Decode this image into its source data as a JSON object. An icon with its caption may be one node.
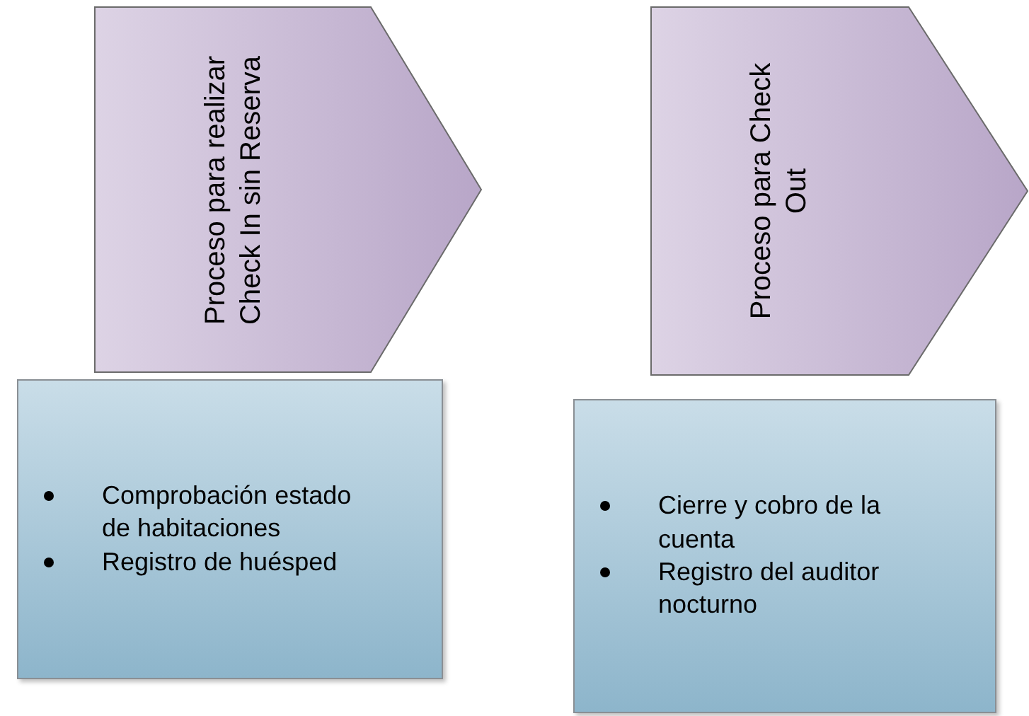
{
  "diagram": {
    "nodes": [
      {
        "text": [
          "Proceso para realizar Check In sin Reserva"
        ]
      },
      {
        "text": [
          "Comprobación estado de habitaciones",
          "Registro de huésped"
        ]
      },
      {
        "text": [
          "Proceso para Check Out"
        ]
      },
      {
        "text": [
          "Cierre y cobro de la cuenta",
          "Registro del auditor nocturno"
        ]
      }
    ]
  }
}
